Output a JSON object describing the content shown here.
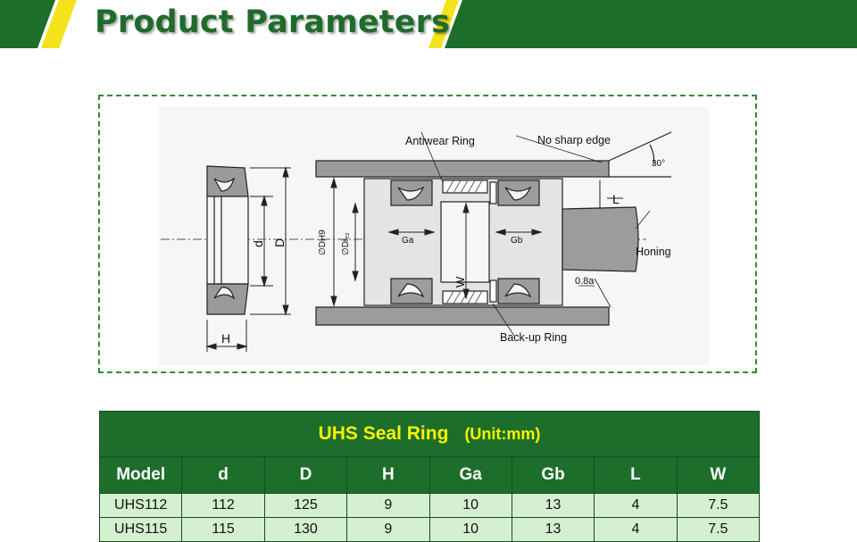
{
  "header": {
    "title": "Product Parameters"
  },
  "diagram": {
    "labels": {
      "antiwear": "Antiwear Ring",
      "no_sharp_edge": "No sharp edge",
      "angle": "30°",
      "L": "L",
      "honing": "Honing",
      "roughness": "0.8a",
      "backup": "Back-up Ring",
      "H": "H",
      "d": "d",
      "D": "D",
      "Ga": "Ga",
      "Gb": "Gb",
      "W": "W",
      "phi_DH9": "∅DH9",
      "phi_Die": "∅Diₑ₂"
    }
  },
  "table": {
    "title": "UHS Seal Ring",
    "unit": "(Unit:mm)",
    "columns": [
      "Model",
      "d",
      "D",
      "H",
      "Ga",
      "Gb",
      "L",
      "W"
    ],
    "rows": [
      [
        "UHS112",
        "112",
        "125",
        "9",
        "10",
        "13",
        "4",
        "7.5"
      ],
      [
        "UHS115",
        "115",
        "130",
        "9",
        "10",
        "13",
        "4",
        "7.5"
      ]
    ]
  },
  "colors": {
    "banner_green": "#1c6e2a",
    "stripe_yellow": "#f4e21a",
    "title_green": "#1f6b2c",
    "caption_yellow": "#fff200",
    "row_bg": "#d4f0d0"
  }
}
